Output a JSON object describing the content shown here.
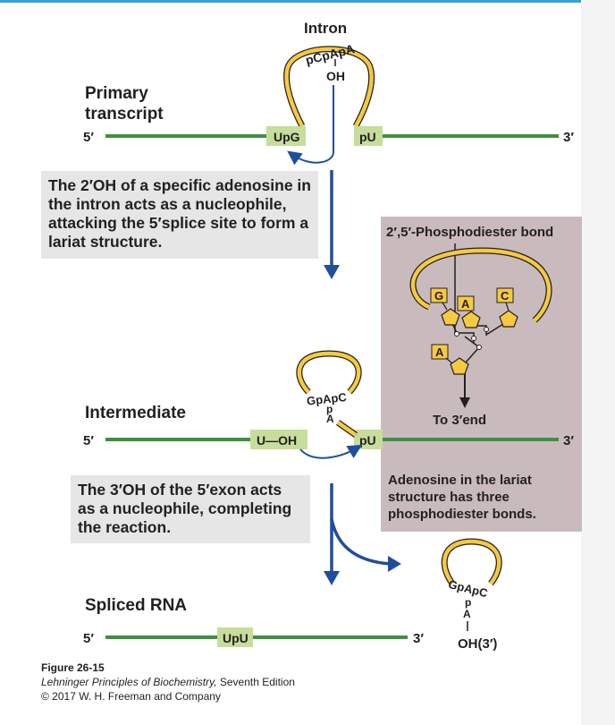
{
  "labels": {
    "intron": "Intron",
    "primary_transcript_line1": "Primary",
    "primary_transcript_line2": "transcript",
    "intermediate": "Intermediate",
    "spliced_rna": "Spliced RNA",
    "five_prime": "5′",
    "three_prime": "3′"
  },
  "nucleotides": {
    "pcpapa": "pCpApA",
    "oh": "OH",
    "upg": "UpG",
    "pu": "pU",
    "u_oh": "U—OH",
    "gpapc_top": "GpApC",
    "gpapc_p": "p",
    "gpapc_a": "A",
    "upu": "UpU",
    "final_top": "GpApC",
    "final_p": "p",
    "final_a": "A",
    "oh3": "OH(3′)"
  },
  "notes": {
    "step1": "The 2′OH of a specific adenosine in the intron acts as a nucleophile, attacking the 5′splice site to form a lariat structure.",
    "step2": "The 3′OH of the 5′exon acts as a nucleophile, completing the reaction."
  },
  "lariat_panel": {
    "title": "2′,5′-Phosphodiester bond",
    "base_g": "G",
    "base_a": "A",
    "base_c": "C",
    "base_a2": "A",
    "to_3_end": "To 3′end",
    "note": "Adenosine in the lariat structure has three phosphodiester bonds."
  },
  "caption": {
    "figure": "Figure 26-15",
    "book": "Lehninger Principles of Biochemistry,",
    "edition": " Seventh Edition",
    "copyright": "© 2017 W. H. Freeman and Company"
  },
  "colors": {
    "exon_line": "#3f8f3f",
    "intron_loop": "#f5c942",
    "intron_outline": "#231f20",
    "exon_label_bg": "#c6dd9b",
    "arrow_blue": "#1f4f9c",
    "note_bg": "#e6e6e6",
    "panel_bg": "#c9bbbd",
    "header_bar": "#3aa0d8"
  }
}
